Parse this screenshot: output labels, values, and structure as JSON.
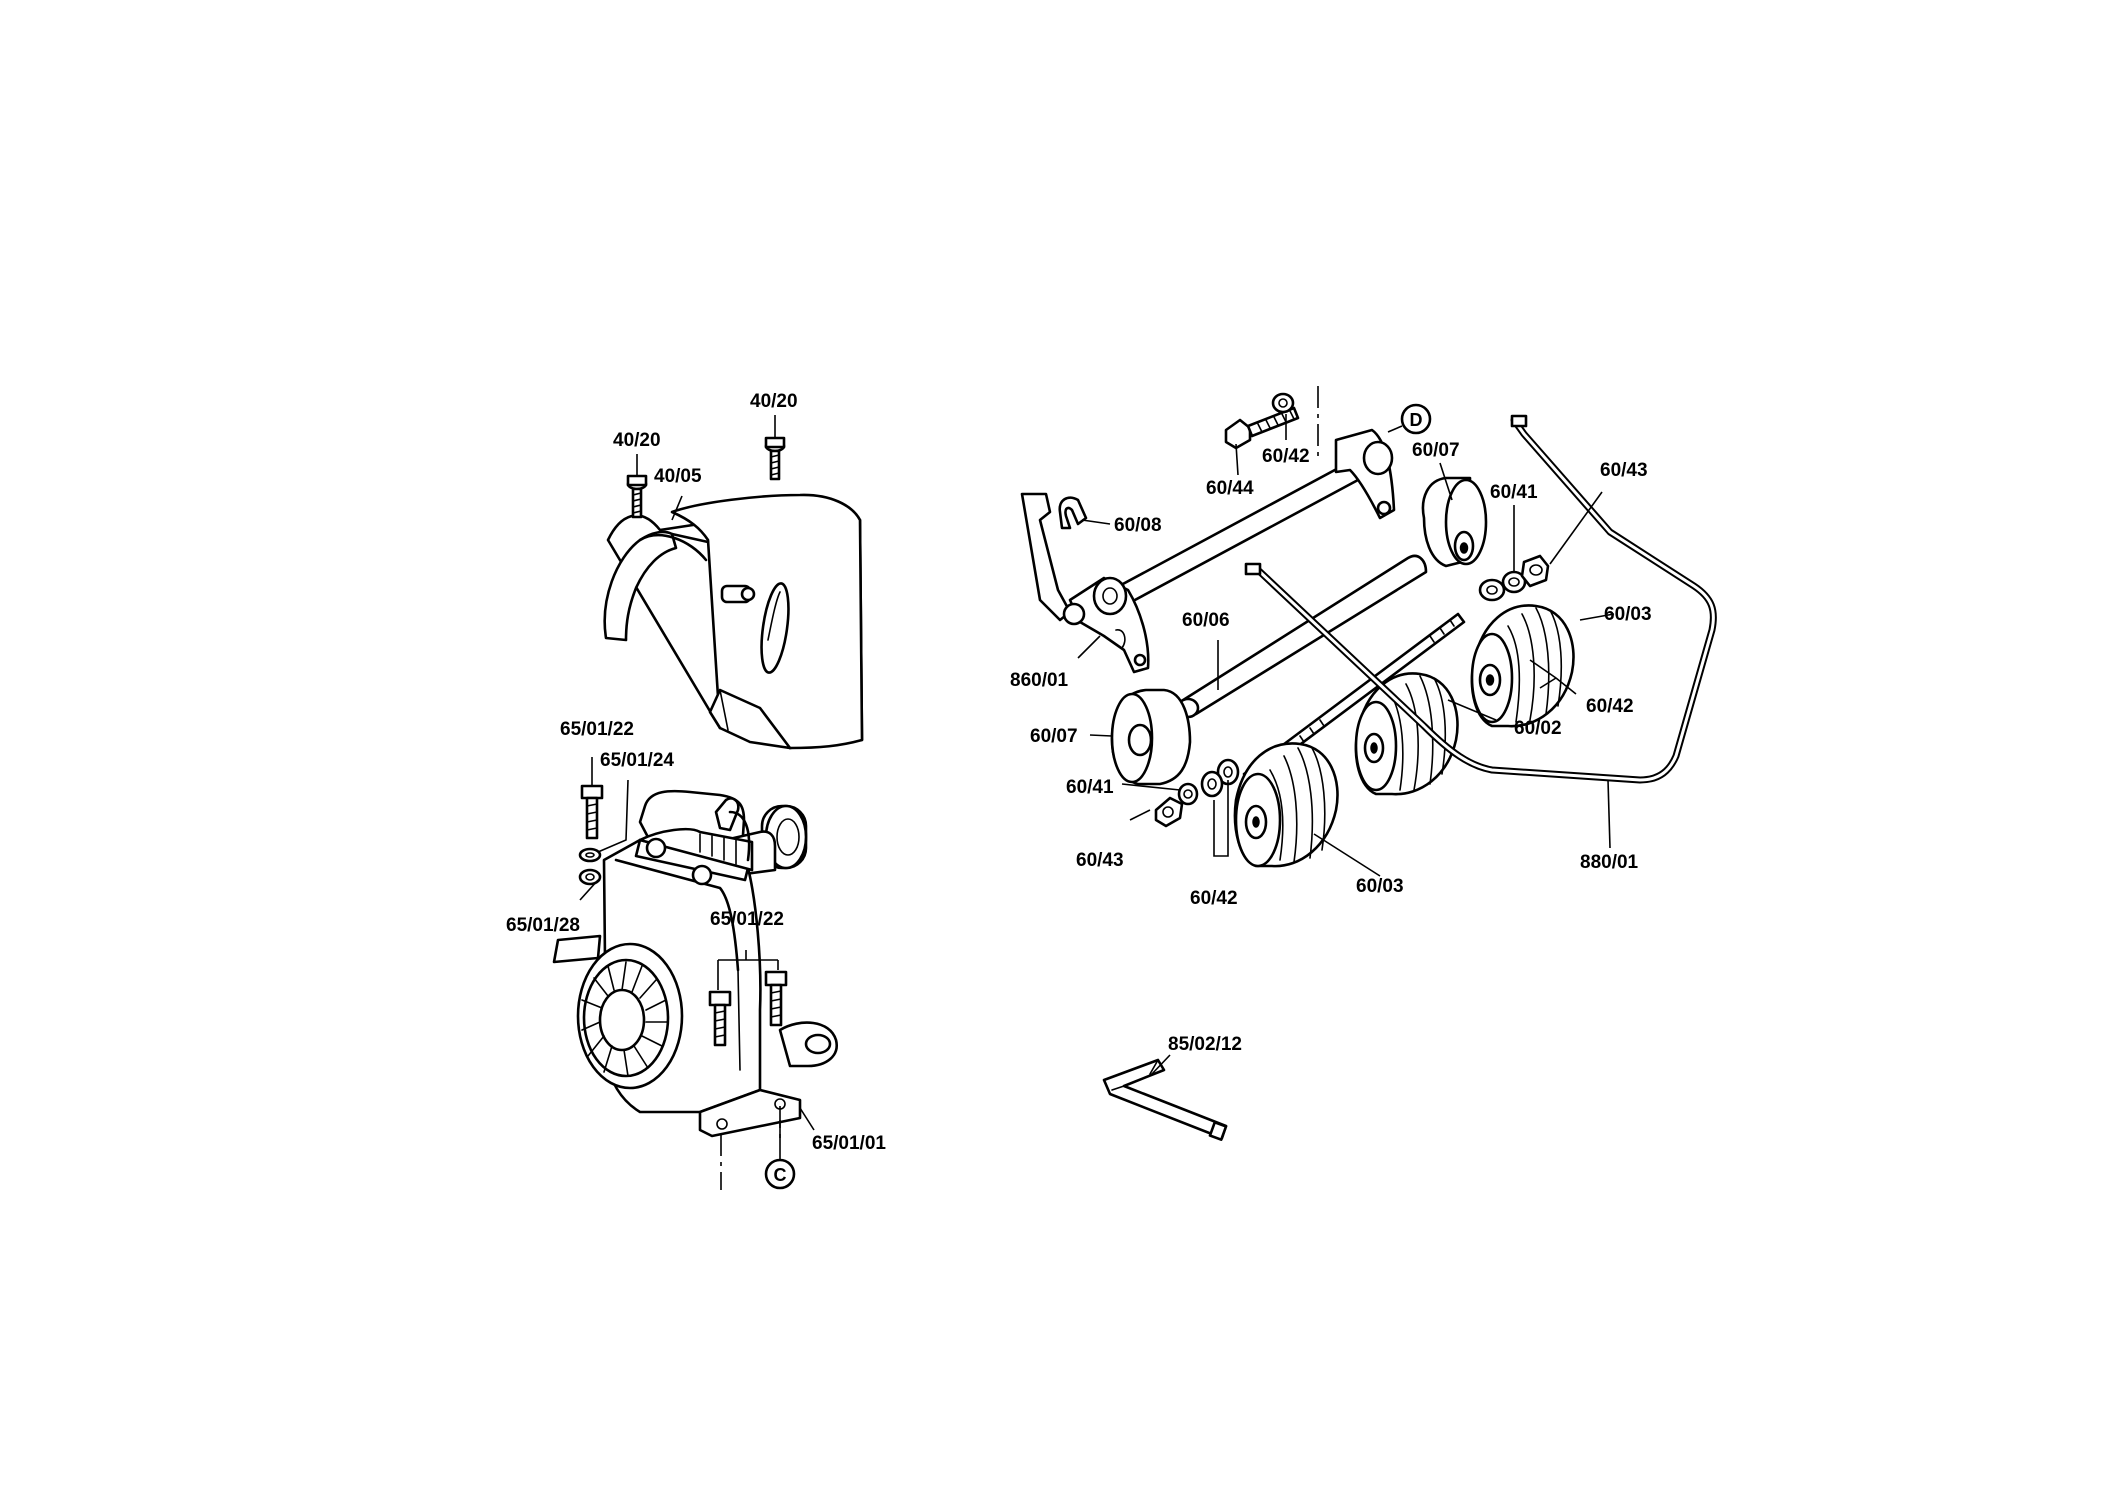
{
  "labels": {
    "l_40_20_a": "40/20",
    "l_40_20_b": "40/20",
    "l_40_05": "40/05",
    "l_65_01_22_a": "65/01/22",
    "l_65_01_24": "65/01/24",
    "l_65_01_28": "65/01/28",
    "l_65_01_22_b": "65/01/22",
    "l_65_01_01": "65/01/01",
    "l_60_44": "60/44",
    "l_60_42_a": "60/42",
    "l_60_08": "60/08",
    "l_60_07_a": "60/07",
    "l_60_41_a": "60/41",
    "l_60_43_a": "60/43",
    "l_60_03_a": "60/03",
    "l_60_06": "60/06",
    "l_860_01": "860/01",
    "l_60_07_b": "60/07",
    "l_60_41_b": "60/41",
    "l_60_43_b": "60/43",
    "l_60_42_b": "60/42",
    "l_60_03_b": "60/03",
    "l_60_02": "60/02",
    "l_60_42_c": "60/42",
    "l_880_01": "880/01",
    "l_85_02_12": "85/02/12"
  },
  "callouts": {
    "c_C": "C",
    "c_D": "D"
  }
}
